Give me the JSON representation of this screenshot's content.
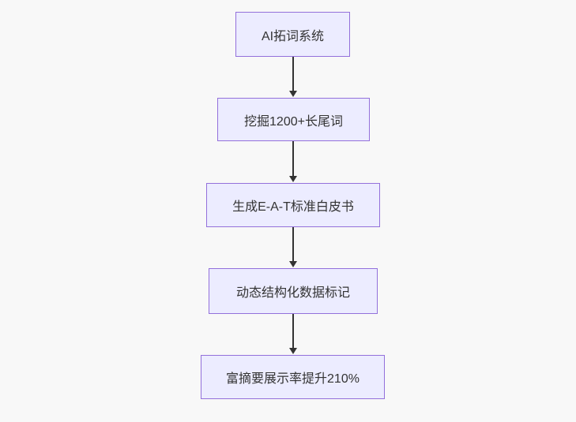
{
  "diagram": {
    "type": "flowchart",
    "direction": "top-down",
    "nodes": [
      {
        "id": "A",
        "label": "AI拓词系统"
      },
      {
        "id": "B",
        "label": "挖掘1200+长尾词"
      },
      {
        "id": "C",
        "label": "生成E-A-T标准白皮书"
      },
      {
        "id": "D",
        "label": "动态结构化数据标记"
      },
      {
        "id": "E",
        "label": "富摘要展示率提升210%"
      }
    ],
    "edges": [
      {
        "from": "A",
        "to": "B"
      },
      {
        "from": "B",
        "to": "C"
      },
      {
        "from": "C",
        "to": "D"
      },
      {
        "from": "D",
        "to": "E"
      }
    ],
    "colors": {
      "background": "#f8f8f8",
      "node_fill": "#ECECFF",
      "node_border": "#9370DB",
      "arrow": "#333333",
      "text": "#333333"
    }
  }
}
